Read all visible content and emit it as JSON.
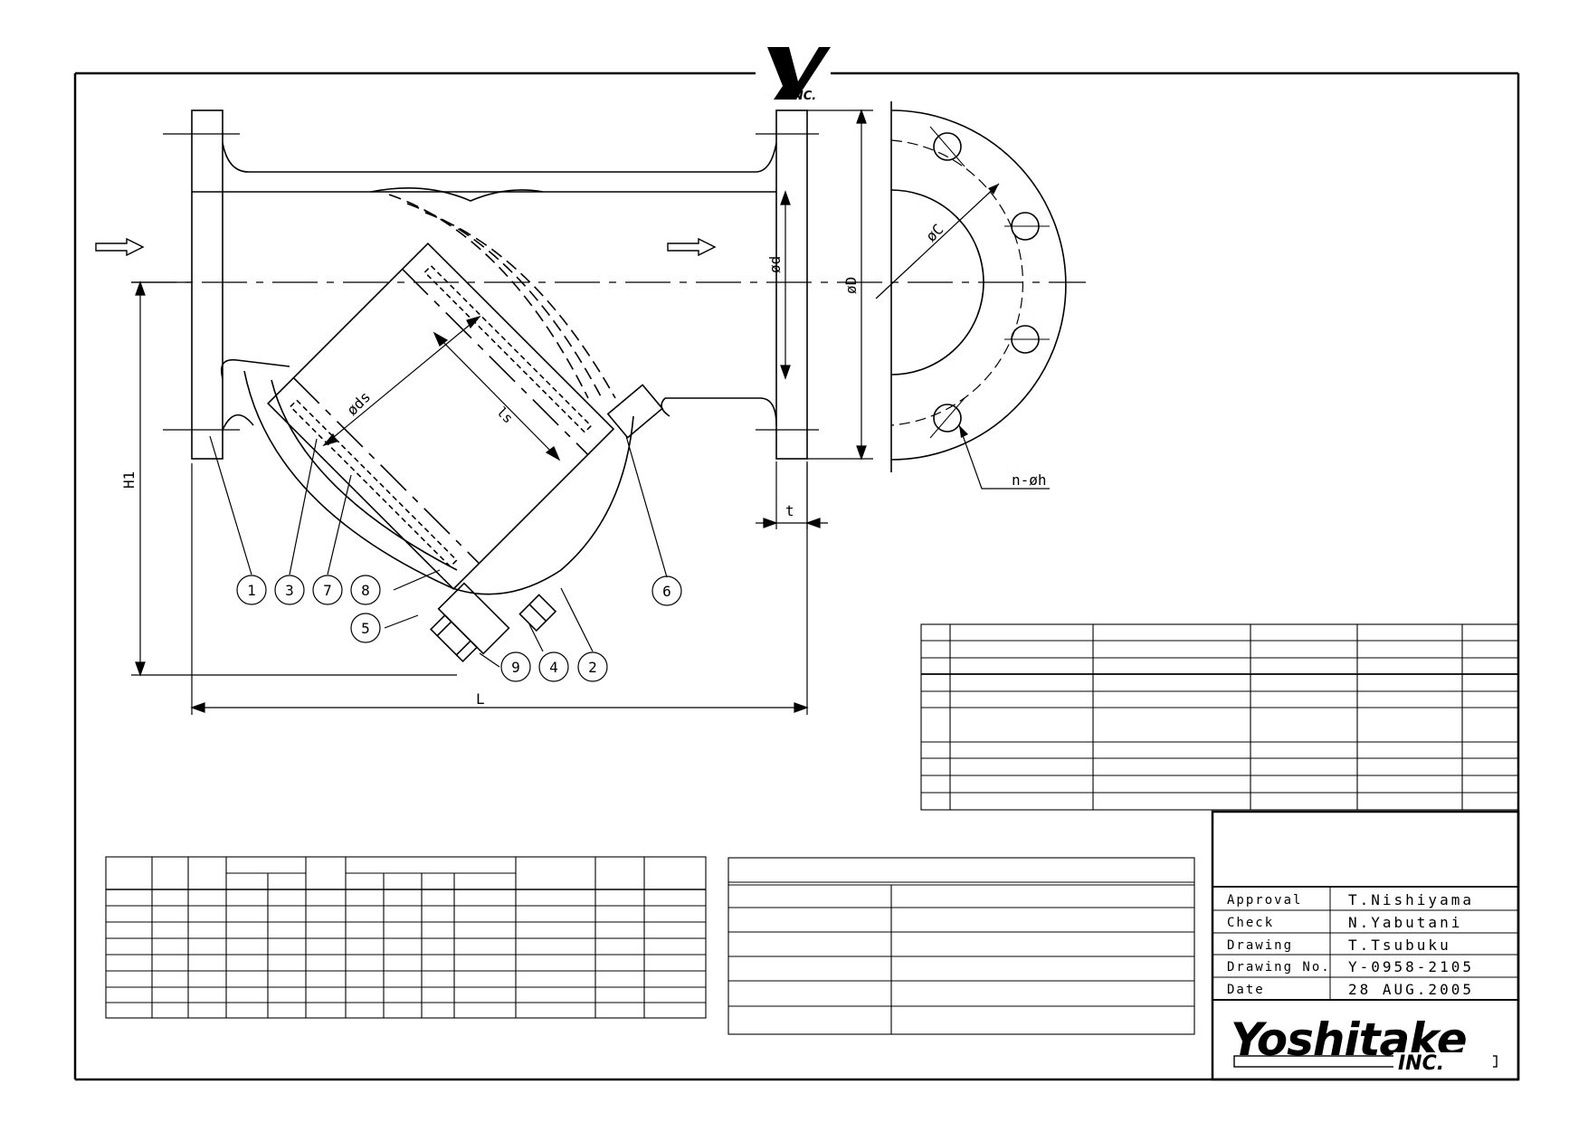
{
  "dimensions": {
    "d": "ød",
    "D": "øD",
    "C": "øC",
    "ds": "øds",
    "ls": "ls",
    "H1": "H1",
    "L": "L",
    "t": "t",
    "holes": "n-øh"
  },
  "part_labels": [
    "1",
    "3",
    "7",
    "8",
    "5",
    "9",
    "4",
    "2",
    "6"
  ],
  "title_block": {
    "rows": [
      {
        "label": "Approval",
        "value": "T.Nishiyama"
      },
      {
        "label": "Check",
        "value": "N.Yabutani"
      },
      {
        "label": "Drawing",
        "value": "T.Tsubuku"
      },
      {
        "label": "Drawing No.",
        "value": "Y-0958-2105"
      },
      {
        "label": "Date",
        "value": "28 AUG.2005"
      }
    ]
  },
  "logo": {
    "top_mark": "Y",
    "top_mark_sub": "INC.",
    "company": "Yoshitake",
    "company_sub": "INC."
  }
}
